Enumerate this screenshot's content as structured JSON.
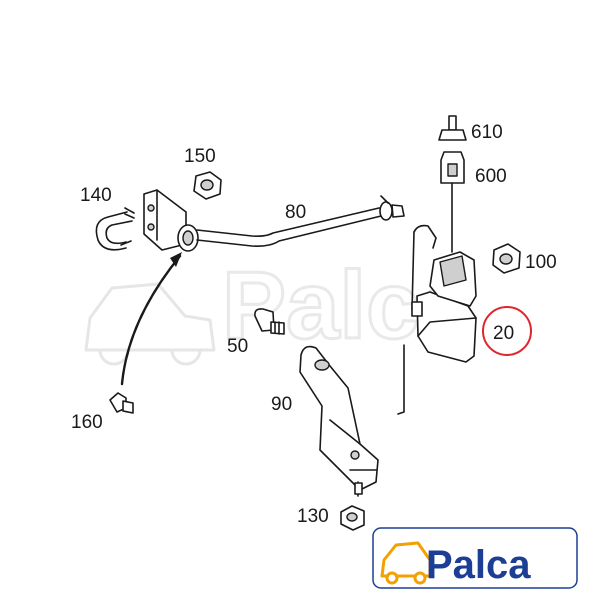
{
  "diagram": {
    "labels": {
      "p610": "610",
      "p600": "600",
      "p150": "150",
      "p140": "140",
      "p80": "80",
      "p100": "100",
      "p20": "20",
      "p50": "50",
      "p90": "90",
      "p160": "160",
      "p130": "130"
    },
    "highlight_color": "#e0262b"
  },
  "logo": {
    "text": "Palca",
    "primary_color": "#1c3f95",
    "accent_color": "#f2a100",
    "watermark": "Palca"
  }
}
